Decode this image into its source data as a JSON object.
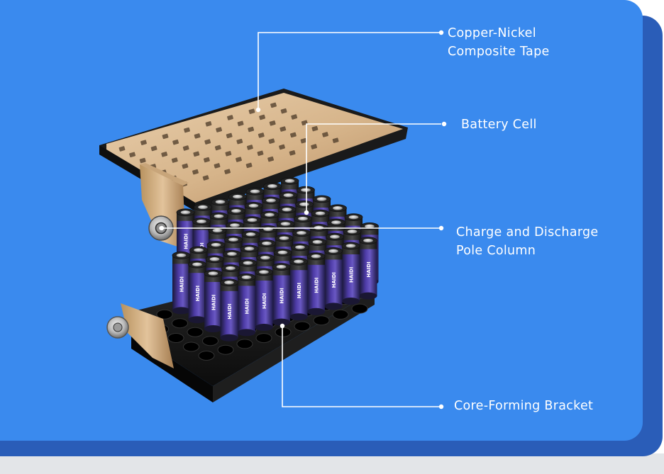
{
  "labels": {
    "tape": [
      "Copper-Nickel",
      "Composite Tape"
    ],
    "cell": [
      "Battery Cell"
    ],
    "pole": [
      "Charge and Discharge",
      "Pole Column"
    ],
    "bracket": [
      "Core-Forming Bracket"
    ]
  },
  "battery_brand": "HAIDI",
  "colors": {
    "card_background": "#3a8aee",
    "card_shadow": "#2a5db8",
    "leader_lines": "#ffffff",
    "nickel_plate": "#d8b890",
    "cell_wrap": "#4a3c9c",
    "bracket": "#141414"
  }
}
